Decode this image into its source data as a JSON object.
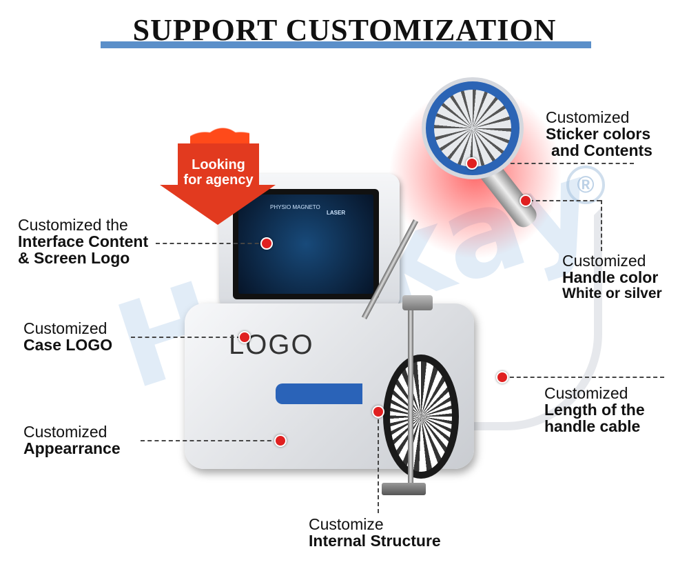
{
  "title": "SUPPORT CUSTOMIZATION",
  "badge": {
    "line1": "Looking",
    "line2": "for agency"
  },
  "device": {
    "case_logo": "LOGO",
    "screen_title": "PHYSIO MAGNETO",
    "screen_tab": "LASER"
  },
  "watermark": "Honkay",
  "registered_mark": "®",
  "labels": [
    {
      "line1": "Customized the",
      "line2": "Interface Content",
      "line3": "& Screen Logo"
    },
    {
      "line1": "Customized",
      "line2": "Case LOGO"
    },
    {
      "line1": "Customized",
      "line2": "Appearrance"
    },
    {
      "line1": "Customized",
      "line2": "Sticker colors",
      "line3": "and Contents"
    },
    {
      "line1": "Customized",
      "line2": "Handle color",
      "line3": "White or silver"
    },
    {
      "line1": "Customized",
      "line2": "Length of the",
      "line3": "handle cable"
    },
    {
      "line1": "Customize",
      "line2": "Internal Structure"
    }
  ],
  "colors": {
    "title_bar": "#5b8fc9",
    "dot": "#e02020",
    "arrow": "#e23a1f",
    "stripe": "#2a63b8"
  }
}
